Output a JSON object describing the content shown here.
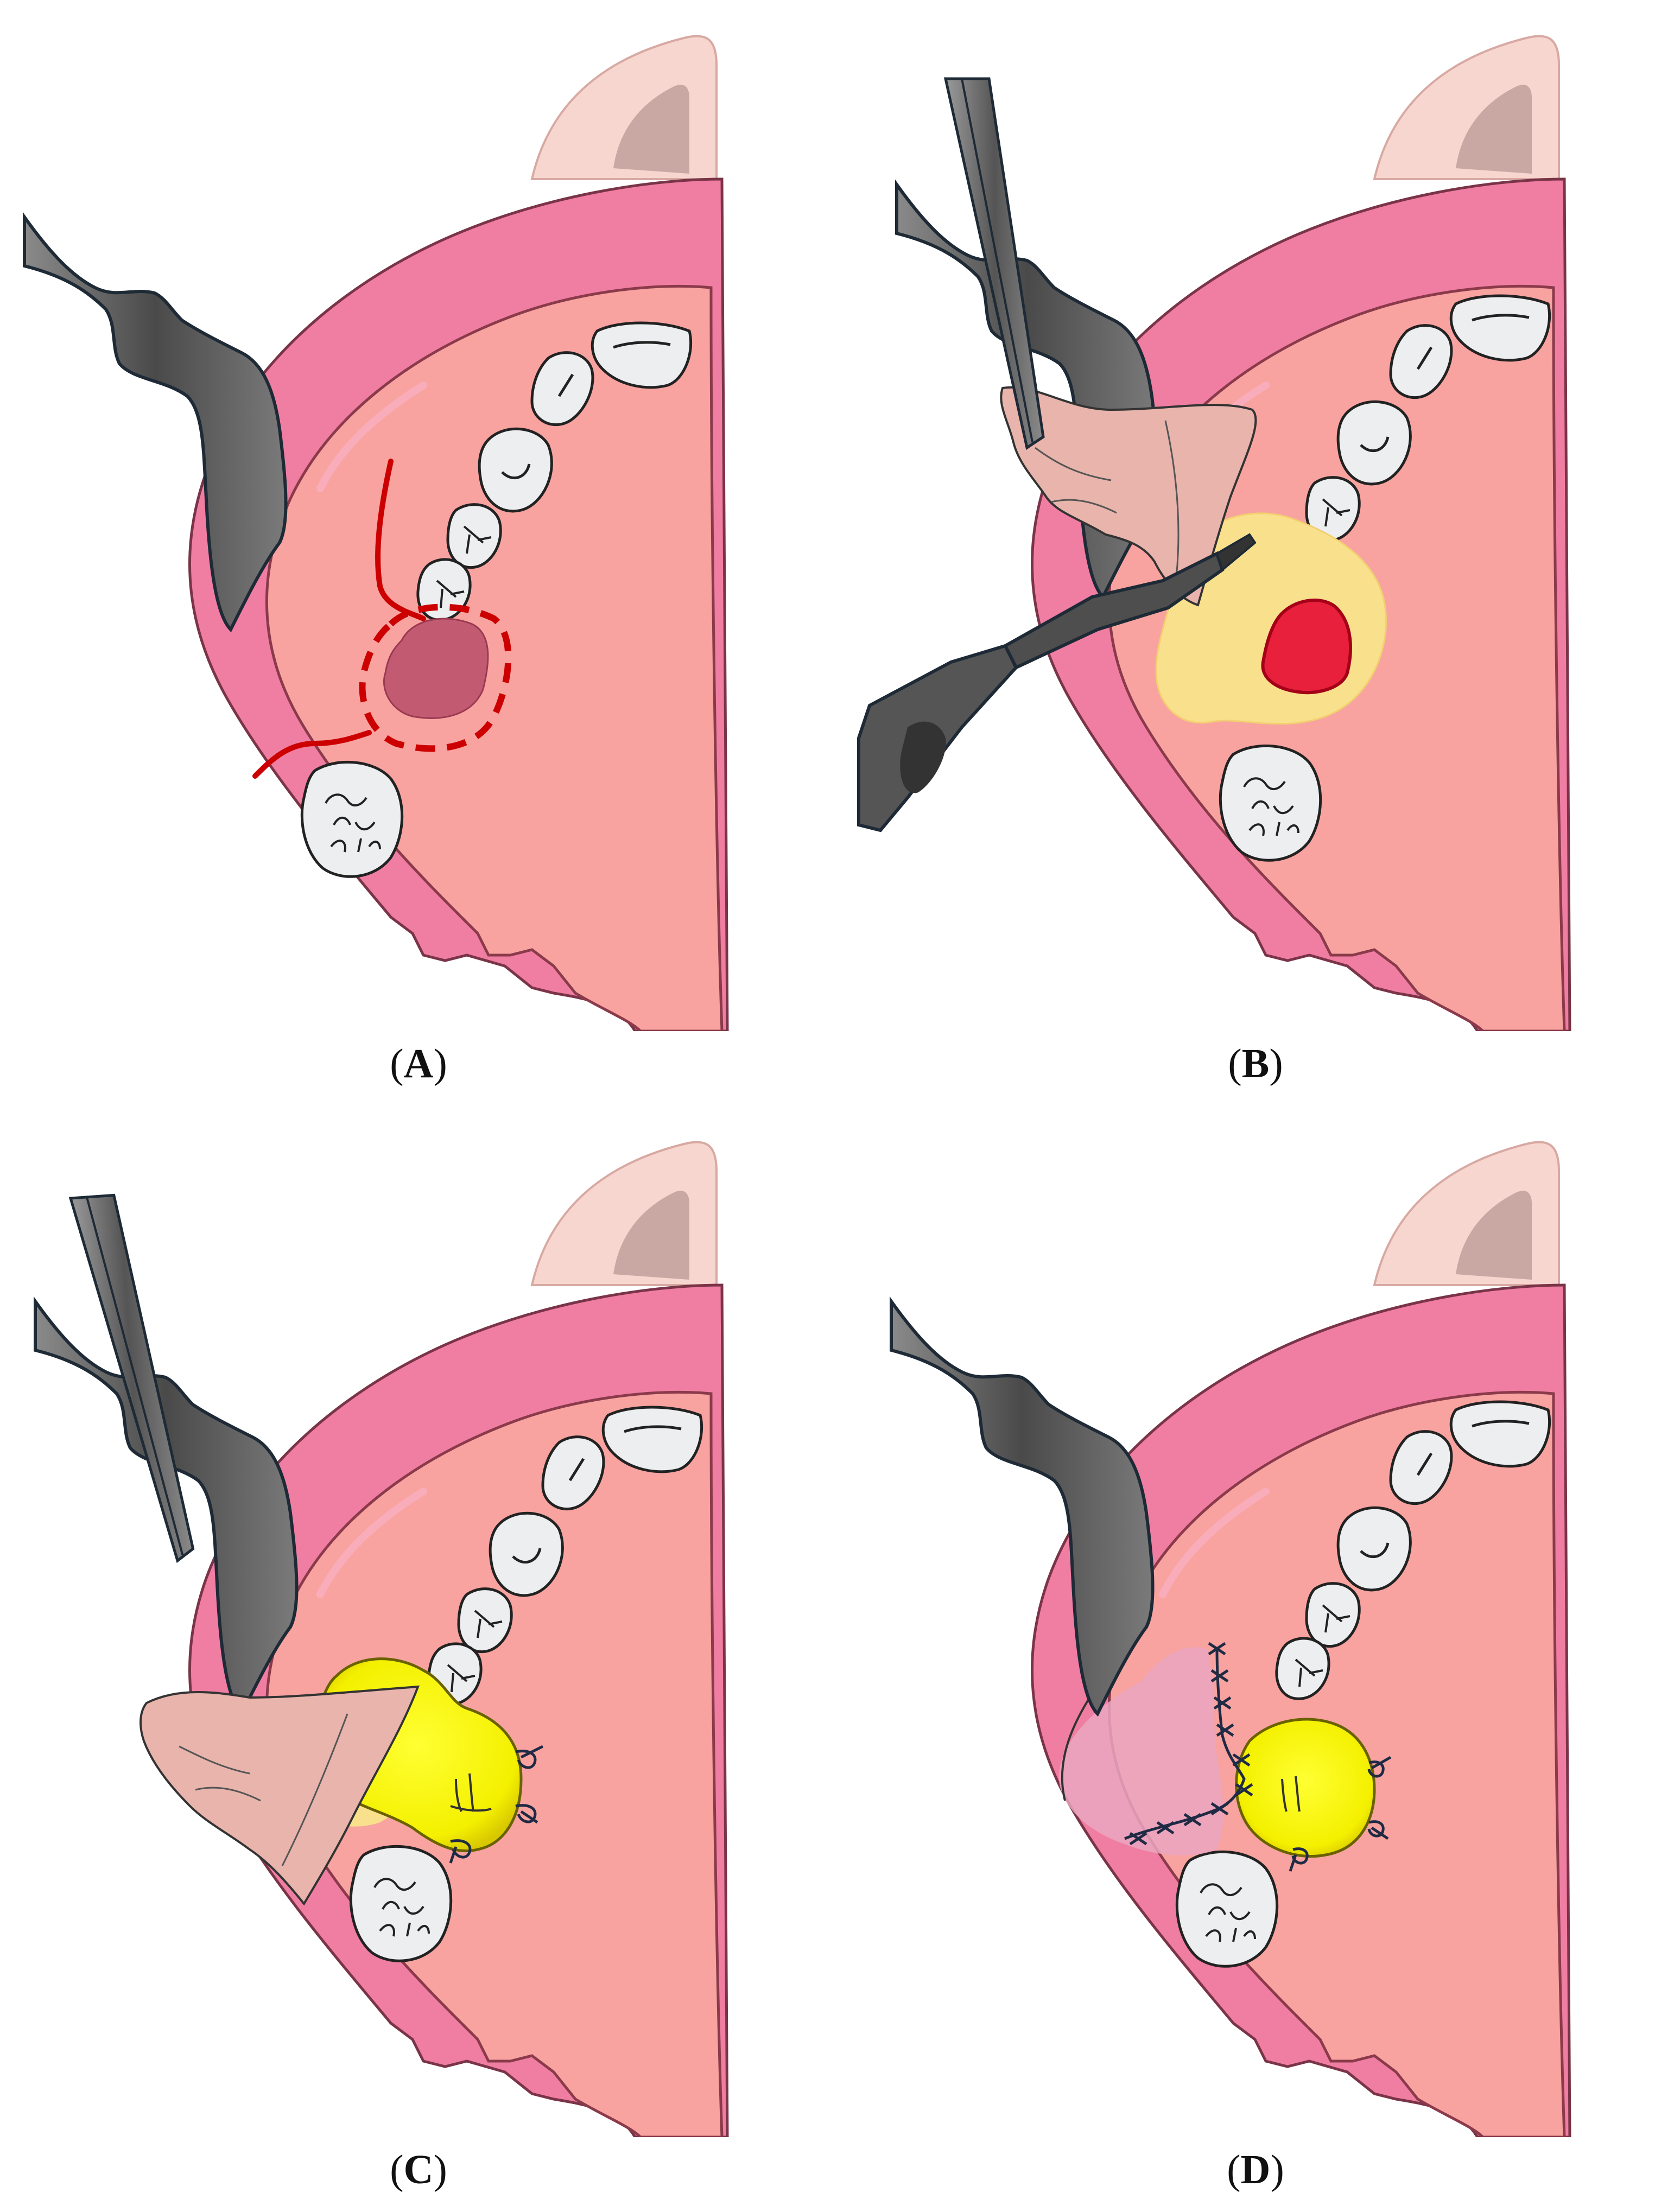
{
  "figure": {
    "panels": [
      {
        "id": "A",
        "open": "(",
        "letter": "A",
        "close": ")"
      },
      {
        "id": "B",
        "open": "(",
        "letter": "B",
        "close": ")"
      },
      {
        "id": "C",
        "open": "(",
        "letter": "C",
        "close": ")"
      },
      {
        "id": "D",
        "open": "(",
        "letter": "D",
        "close": ")"
      }
    ]
  },
  "colors": {
    "gum_outer": "#f07ea2",
    "gum_inner": "#f8a3a0",
    "gum_line": "#8a3a4a",
    "tooth": "#eceef0",
    "instrument": "#6e6e6e",
    "incision": "#cc0000",
    "lesion": "#c25a72",
    "wound": "#e8203c",
    "exposed_bone": "#f9e08c",
    "graft": "#ffff00",
    "flap": "#e8b4ac",
    "suture": "#1f2a44",
    "nose": "#f7d6cf",
    "nostril": "#c9a8a4"
  }
}
